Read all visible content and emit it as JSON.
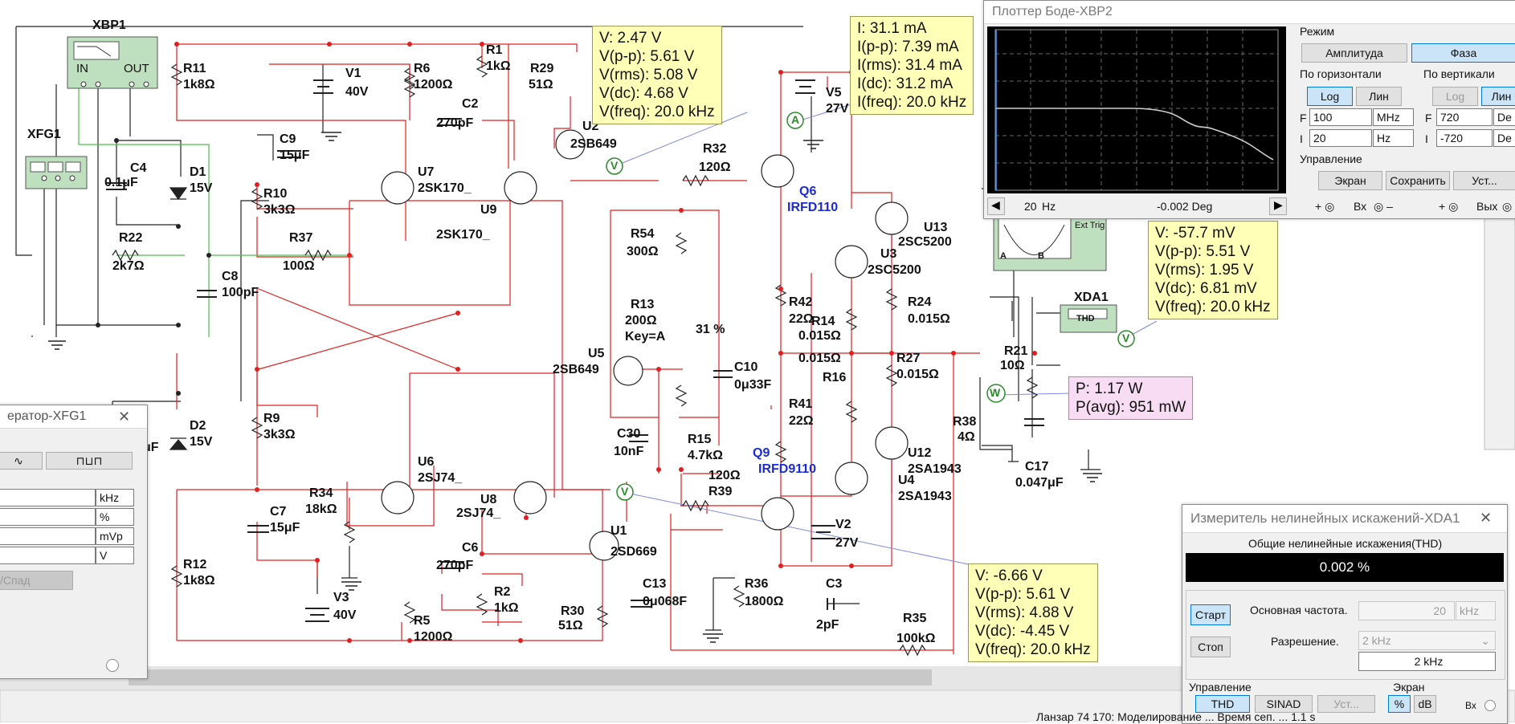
{
  "components": {
    "xbp1": "XBP1",
    "xbp_in": "IN",
    "xbp_out": "OUT",
    "xfg1": "XFG1",
    "r11": "R11",
    "r11v": "1k8Ω",
    "r6": "R6",
    "r6v": "1200Ω",
    "r1": "R1",
    "r1v": "1kΩ",
    "v1": "V1",
    "v1v": "40V",
    "c2": "C2",
    "c2v": "270pF",
    "r29": "R29",
    "r29v": "51Ω",
    "c9": "C9",
    "c9v": "15μF",
    "c4": "C4",
    "c4v": "0.1μF",
    "d1": "D1",
    "d1v": "15V",
    "u7": "U7",
    "u7v": "2SK170_",
    "u9": "U9",
    "u9v": "2SK170_",
    "u2": "U2",
    "u2v": "2SB649",
    "r32": "R32",
    "r32v": "120Ω",
    "q6": "Q6",
    "q6v": "IRFD110",
    "v5": "V5",
    "v5v": "27V",
    "r10": "R10",
    "r10v": "3k3Ω",
    "r22": "R22",
    "r22v": "2k7Ω",
    "r37": "R37",
    "r37v": "100Ω",
    "c8": "C8",
    "c8v": "100pF",
    "r54": "R54",
    "r54v": "300Ω",
    "r13": "R13",
    "r13v": "200Ω",
    "r13key": "Key=A",
    "r13pct": "31 %",
    "u13": "U13",
    "u13v": "2SC5200",
    "u3": "U3",
    "u3v": "2SC5200",
    "r42": "R42",
    "r42v": "22Ω",
    "r24": "R24",
    "r24v": "0.015Ω",
    "r14": "R14",
    "r14v": "0.015Ω",
    "r16v": "0.015Ω",
    "r16": "R16",
    "r27": "R27",
    "r27v": "0.015Ω",
    "u5": "U5",
    "u5v": "2SB649",
    "c10": "C10",
    "c10v": "0μ33F",
    "c30": "C30",
    "c30v": "10nF",
    "r15": "R15",
    "r15v": "4.7kΩ",
    "r41": "R41",
    "r41v": "22Ω",
    "u12": "U12",
    "u12v": "2SA1943",
    "u4": "U4",
    "u4v": "2SA1943",
    "q9": "Q9",
    "q9v": "IRFD9110",
    "r39v": "120Ω",
    "r39": "R39",
    "d2": "D2",
    "d2v": "15V",
    "c3uf": "μF",
    "r9": "R9",
    "r9v": "3k3Ω",
    "u6": "U6",
    "u6v": "2SJ74_",
    "u8": "U8",
    "u8v": "2SJ74_",
    "r34": "R34",
    "r34v": "18kΩ",
    "c7": "C7",
    "c7v": "15μF",
    "c6": "C6",
    "c6v": "270pF",
    "u1": "U1",
    "u1v": "2SD669",
    "r12": "R12",
    "r12v": "1k8Ω",
    "v3": "V3",
    "v3v": "40V",
    "r2": "R2",
    "r2v": "1kΩ",
    "r30": "R30",
    "r30v": "51Ω",
    "c13": "C13",
    "c13v": "0μ068F",
    "r5": "R5",
    "r5v": "1200Ω",
    "r36": "R36",
    "r36v": "1800Ω",
    "c3": "C3",
    "c3v": "2pF",
    "r35": "R35",
    "r35v": "100kΩ",
    "v2": "V2",
    "v2v": "27V",
    "r21": "R21",
    "r21v": "10Ω",
    "r38": "R38",
    "r38v": "4Ω",
    "c17": "C17",
    "c17v": "0.047μF",
    "xda1": "XDA1",
    "thd": "THD",
    "ext_trig": "Ext Trig",
    "probe_a": "A",
    "probe_b": "B",
    "ammeter": "A",
    "volt": "V",
    "watt": "W"
  },
  "probes": {
    "p1": [
      "V: 2.47 V",
      "V(p-p): 5.61 V",
      "V(rms): 5.08 V",
      "V(dc): 4.68 V",
      "V(freq): 20.0 kHz"
    ],
    "p2": [
      "I: 31.1 mA",
      "I(p-p): 7.39 mA",
      "I(rms): 31.4 mA",
      "I(dc): 31.2 mA",
      "I(freq): 20.0 kHz"
    ],
    "p3": [
      "V: -57.7 mV",
      "V(p-p): 5.51 V",
      "V(rms): 1.95 V",
      "V(dc): 6.81 mV",
      "V(freq): 20.0 kHz"
    ],
    "p4": [
      "P: 1.17 W",
      "P(avg): 951 mW"
    ],
    "p5": [
      "V: -6.66 V",
      "V(p-p): 5.61 V",
      "V(rms): 4.88 V",
      "V(dc): -4.45 V",
      "V(freq): 20.0 kHz"
    ]
  },
  "bode": {
    "title": "Плоттер Боде-XBP2",
    "mode_label": "Режим",
    "amplitude": "Амплитуда",
    "phase": "Фаза",
    "horizontal": "По горизонтали",
    "vertical": "По вертикали",
    "log": "Log",
    "lin": "Лин",
    "h_f": "100",
    "h_f_unit": "MHz",
    "h_i": "20",
    "h_i_unit": "Hz",
    "v_f": "720",
    "v_f_unit": "De",
    "v_i": "-720",
    "v_i_unit": "De",
    "f_lbl": "F",
    "i_lbl": "I",
    "control": "Управление",
    "screen": "Экран",
    "save": "Сохранить",
    "settings": "Уст...",
    "in_lbl": "Вх",
    "out_lbl": "Вых",
    "cursor_freq": "20",
    "cursor_freq_unit": "Hz",
    "cursor_value": "-0.002 Deg"
  },
  "xfg": {
    "title": "ератор-XFG1",
    "unit1": "kHz",
    "unit2": "%",
    "unit3": "mVp",
    "unit4": "V",
    "rise_fall": "/Спад"
  },
  "thd_meter": {
    "title": "Измеритель нелинейных искажений-XDA1",
    "heading": "Общие нелинейные искажения(THD)",
    "value": "0.002 %",
    "start": "Старт",
    "stop": "Стоп",
    "fund_label": "Основная частота.",
    "fund_value": "20",
    "fund_unit": "kHz",
    "res_label": "Разрешение.",
    "res_select": "2 kHz",
    "res_value": "2 kHz",
    "control": "Управление",
    "thd_btn": "THD",
    "sinad_btn": "SINAD",
    "settings_btn": "Уст...",
    "screen": "Экран",
    "pct_btn": "%",
    "db_btn": "dB",
    "in_lbl": "Вх"
  },
  "status": {
    "text": "Ланзар 74 170: Моделирование ... Время сеп. ... 1.1 s"
  }
}
